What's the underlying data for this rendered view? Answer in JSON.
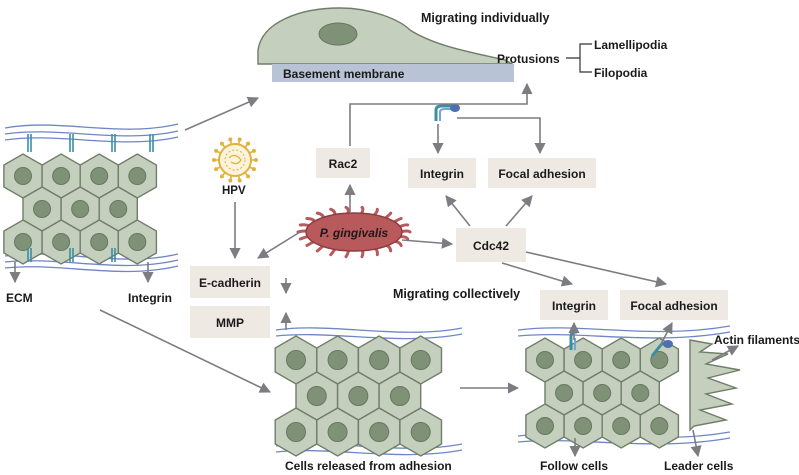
{
  "labels": {
    "migrating_individually": "Migrating individually",
    "basement_membrane": "Basement membrane",
    "protusions": "Protusions",
    "lamellipodia": "Lamellipodia",
    "filopodia": "Filopodia",
    "hpv": "HPV",
    "rac2": "Rac2",
    "integrin_top": "Integrin",
    "focal_adhesion_top": "Focal adhesion",
    "p_gingivalis": "P. gingivalis",
    "cdc42": "Cdc42",
    "e_cadherin": "E-cadherin",
    "mmp": "MMP",
    "migrating_collectively": "Migrating collectively",
    "integrin_bottom": "Integrin",
    "focal_adhesion_bottom": "Focal adhesion",
    "actin_filaments": "Actin filaments",
    "ecm": "ECM",
    "integrin_left": "Integrin",
    "cells_released": "Cells released from adhesion",
    "follow_cells": "Follow cells",
    "leader_cells": "Leader cells"
  },
  "icons": {
    "virus": "hpv-virus-icon",
    "bacterium": "p-gingivalis-bacterium-icon",
    "integrin": "integrin-receptor-icon",
    "migrating_cell": "migrating-cell-icon"
  },
  "colors": {
    "box_fill": "#efe9e3",
    "cell_fill": "#c5cfbd",
    "nucleus_fill": "#7f9277",
    "membrane_fill": "#b8c3d6",
    "bacterium_fill": "#b8595c",
    "virus_color": "#e0b23c",
    "fiber_color": "#6f86c6",
    "arrow_color": "#7c7c82"
  }
}
